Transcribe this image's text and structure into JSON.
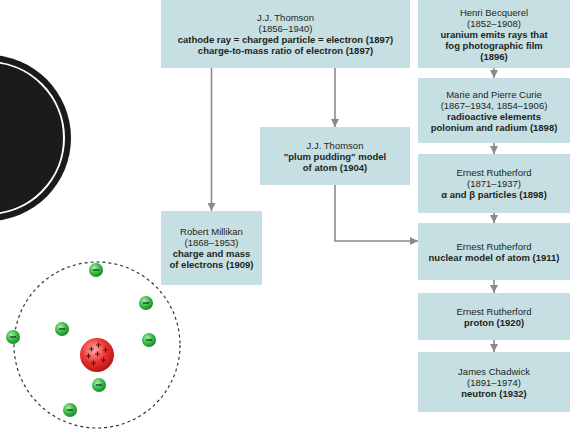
{
  "diagram": {
    "nodes": [
      {
        "text": [
          "J.J. Thomson",
          "(1856–1940)",
          "cathode ray = charged particle = electron (1897)",
          "charge-to-mass ratio of electron (1897)"
        ]
      },
      {
        "text": [
          "Henri Becquerel",
          "(1852–1908)",
          "uranium emits rays that fog photographic film (1896)"
        ]
      },
      {
        "text": [
          "Marie and Pierre Curie",
          "(1867–1934, 1854–1906)",
          "radioactive elements polonium and radium (1898)"
        ]
      },
      {
        "text": [
          "J.J. Thomson",
          "\"plum pudding\" model of atom (1904)"
        ]
      },
      {
        "text": [
          "Ernest Rutherford",
          "(1871–1937)",
          "α and β particles (1898)"
        ]
      },
      {
        "text": [
          "Robert Millikan",
          "(1868–1953)",
          "charge and mass of electrons (1909)"
        ]
      },
      {
        "text": [
          "Ernest Rutherford",
          "nuclear model of atom (1911)"
        ]
      },
      {
        "text": [
          "Ernest Rutherford",
          "proton (1920)"
        ]
      },
      {
        "text": [
          "James Chadwick",
          "(1891–1974)",
          "neutron (1932)"
        ]
      }
    ],
    "edges": [
      {
        "from": 0,
        "to": 3,
        "arrow": "to"
      },
      {
        "from": 0,
        "to": 5,
        "arrow": "to"
      },
      {
        "from": 1,
        "to": 2,
        "arrow": "to"
      },
      {
        "from": 2,
        "to": 4,
        "arrow": "to"
      },
      {
        "from": 3,
        "to": 6,
        "arrow": "to"
      },
      {
        "from": 4,
        "to": 6,
        "arrow": "to"
      },
      {
        "from": 6,
        "to": 7,
        "arrow": "to"
      },
      {
        "from": 7,
        "to": 8,
        "arrow": "to"
      }
    ]
  }
}
